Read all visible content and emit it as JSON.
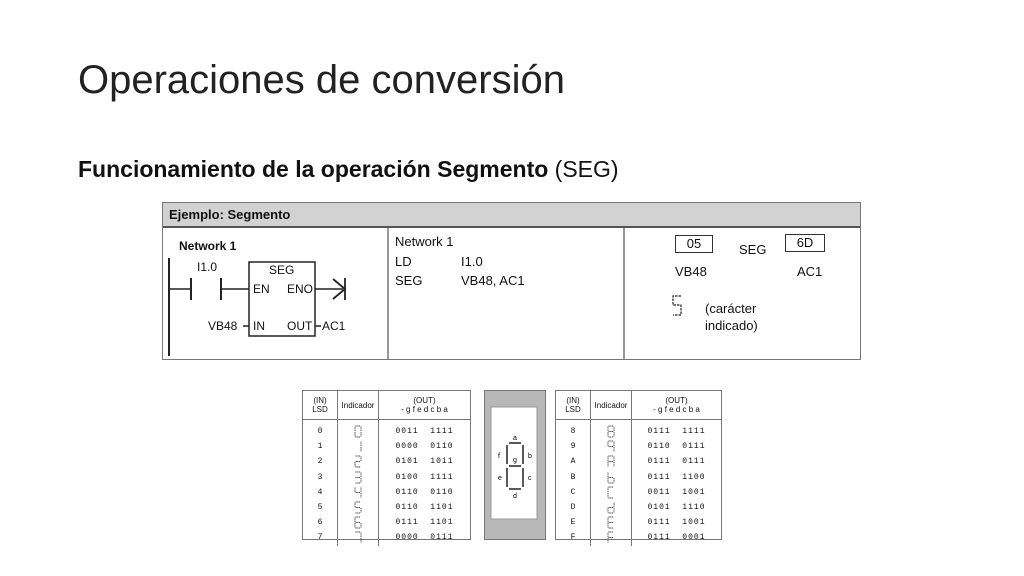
{
  "title": "Operaciones de conversión",
  "subtitle": {
    "bold": "Funcionamiento de la operación Segmento",
    "normal": " (SEG)"
  },
  "example": {
    "header": "Ejemplo: Segmento",
    "ladder": {
      "network": "Network 1",
      "contact": "I1.0",
      "box_name": "SEG",
      "en": "EN",
      "eno": "ENO",
      "in": "IN",
      "out": "OUT",
      "in_operand": "VB48",
      "out_operand": "AC1"
    },
    "stl": {
      "network": "Network 1",
      "line1_op": "LD",
      "line1_arg": "I1.0",
      "line2_op": "SEG",
      "line2_arg": "VB48, AC1"
    },
    "result": {
      "in_value": "05",
      "op": "SEG",
      "out_value": "6D",
      "in_label": "VB48",
      "out_label": "AC1",
      "char_label_1": "(carácter",
      "char_label_2": "indicado)"
    }
  },
  "tables": {
    "headers": {
      "in_1": "(IN)",
      "in_2": "LSD",
      "indicator": "Indicador",
      "out_1": "(OUT)",
      "out_2": "- g f e   d c b a"
    },
    "left": [
      {
        "in": "0",
        "out": "0011  1111",
        "segs": "abcdef"
      },
      {
        "in": "1",
        "out": "0000  0110",
        "segs": "bc"
      },
      {
        "in": "2",
        "out": "0101  1011",
        "segs": "abdeg"
      },
      {
        "in": "3",
        "out": "0100  1111",
        "segs": "abcdg"
      },
      {
        "in": "4",
        "out": "0110  0110",
        "segs": "bcfg"
      },
      {
        "in": "5",
        "out": "0110  1101",
        "segs": "acdfg"
      },
      {
        "in": "6",
        "out": "0111  1101",
        "segs": "acdefg"
      },
      {
        "in": "7",
        "out": "0000  0111",
        "segs": "abc"
      }
    ],
    "right": [
      {
        "in": "8",
        "out": "0111  1111",
        "segs": "abcdefg"
      },
      {
        "in": "9",
        "out": "0110  0111",
        "segs": "abcfg"
      },
      {
        "in": "A",
        "out": "0111  0111",
        "segs": "abcefg"
      },
      {
        "in": "B",
        "out": "0111  1100",
        "segs": "cdefg"
      },
      {
        "in": "C",
        "out": "0011  1001",
        "segs": "adef"
      },
      {
        "in": "D",
        "out": "0101  1110",
        "segs": "bcdeg"
      },
      {
        "in": "E",
        "out": "0111  1001",
        "segs": "adefg"
      },
      {
        "in": "F",
        "out": "0111  0001",
        "segs": "aefg"
      }
    ]
  },
  "segment_diagram": {
    "a": "a",
    "b": "b",
    "c": "c",
    "d": "d",
    "e": "e",
    "f": "f",
    "g": "g"
  }
}
